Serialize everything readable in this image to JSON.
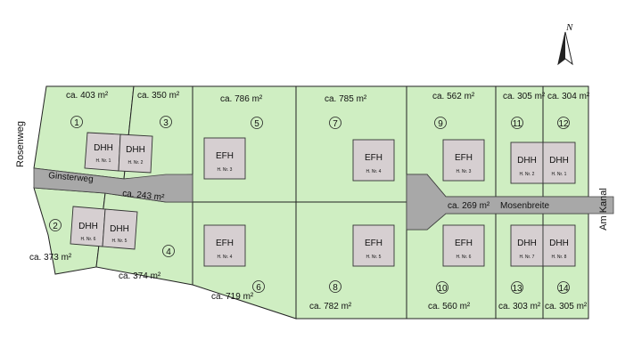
{
  "colors": {
    "lot_fill": "#cfeec2",
    "road_fill": "#a8a8a8",
    "house_fill": "#d6cfd1",
    "line": "#222222"
  },
  "north": {
    "label": "N"
  },
  "streets": {
    "rosenweg": "Rosenweg",
    "ginsterweg": "Ginsterweg",
    "ginsterweg_area": "ca. 243 m²",
    "mosenbreite": "Mosenbreite",
    "mosenbreite_area": "ca. 269 m²",
    "am_kanal": "Am Kanal"
  },
  "lots": [
    {
      "number": "1",
      "area": "ca. 403 m²"
    },
    {
      "number": "2",
      "area": "ca. 373 m²"
    },
    {
      "number": "3",
      "area": "ca. 350 m²"
    },
    {
      "number": "4",
      "area": "ca. 374 m²"
    },
    {
      "number": "5",
      "area": "ca. 786 m²"
    },
    {
      "number": "6",
      "area": "ca. 719 m²"
    },
    {
      "number": "7",
      "area": "ca. 785 m²"
    },
    {
      "number": "8",
      "area": "ca. 782 m²"
    },
    {
      "number": "9",
      "area": "ca. 562 m²"
    },
    {
      "number": "10",
      "area": "ca. 560 m²"
    },
    {
      "number": "11",
      "area": "ca. 305 m²"
    },
    {
      "number": "12",
      "area": "ca. 304 m²"
    },
    {
      "number": "13",
      "area": "ca. 303 m²"
    },
    {
      "number": "14",
      "area": "ca. 305 m²"
    }
  ],
  "houses": [
    {
      "type": "DHH",
      "nr": "H. Nr. 1"
    },
    {
      "type": "DHH",
      "nr": "H. Nr. 2"
    },
    {
      "type": "DHH",
      "nr": "H. Nr. 6"
    },
    {
      "type": "DHH",
      "nr": "H. Nr. 5"
    },
    {
      "type": "EFH",
      "nr": "H. Nr. 3"
    },
    {
      "type": "EFH",
      "nr": "H. Nr. 4"
    },
    {
      "type": "EFH",
      "nr": "H. Nr. 4"
    },
    {
      "type": "EFH",
      "nr": "H. Nr. 5"
    },
    {
      "type": "EFH",
      "nr": "H. Nr. 3"
    },
    {
      "type": "EFH",
      "nr": "H. Nr. 6"
    },
    {
      "type": "DHH",
      "nr": "H. Nr. 2"
    },
    {
      "type": "DHH",
      "nr": "H. Nr. 1"
    },
    {
      "type": "DHH",
      "nr": "H. Nr. 7"
    },
    {
      "type": "DHH",
      "nr": "H. Nr. 8"
    }
  ]
}
